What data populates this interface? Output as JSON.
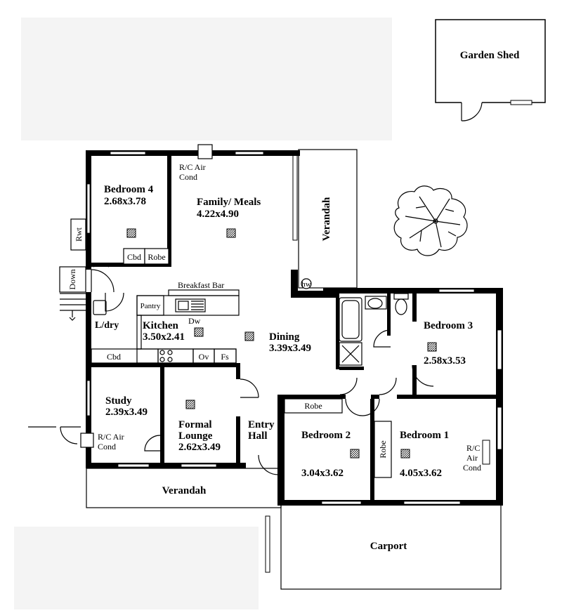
{
  "plan": {
    "garden_shed": "Garden Shed",
    "rwt": "Rwt",
    "down": "Down",
    "hw": "hw",
    "carport": "Carport",
    "verandah_east": "Verandah",
    "verandah_south": "Verandah",
    "breakfast_bar": "Breakfast Bar",
    "pantry": "Pantry",
    "dw": "Dw",
    "ov": "Ov",
    "fs": "Fs",
    "cbd_kitchen": "Cbd",
    "cbd_bed4": "Cbd",
    "robe_bed4": "Robe",
    "robe_bed2": "Robe",
    "robe_bed1": "Robe",
    "laundry": "L/dry",
    "entry_hall_1": "Entry",
    "entry_hall_2": "Hall",
    "rc_air_top_1": "R/C Air",
    "rc_air_top_2": "Cond",
    "rc_air_study_1": "R/C Air",
    "rc_air_study_2": "Cond",
    "rc_air_bed1_1": "R/C",
    "rc_air_bed1_2": "Air",
    "rc_air_bed1_3": "Cond",
    "rooms": {
      "bedroom4": {
        "name": "Bedroom 4",
        "size": "2.68x3.78"
      },
      "family": {
        "name": "Family/ Meals",
        "size": "4.22x4.90"
      },
      "kitchen": {
        "name": "Kitchen",
        "size": "3.50x2.41"
      },
      "dining": {
        "name": "Dining",
        "size": "3.39x3.49"
      },
      "bedroom3": {
        "name": "Bedroom 3",
        "size": "2.58x3.53"
      },
      "study": {
        "name": "Study",
        "size": "2.39x3.49"
      },
      "lounge": {
        "name_1": "Formal",
        "name_2": "Lounge",
        "size": "2.62x3.49"
      },
      "bedroom2": {
        "name": "Bedroom 2",
        "size": "3.04x3.62"
      },
      "bedroom1": {
        "name": "Bedroom 1",
        "size": "4.05x3.62"
      }
    }
  }
}
